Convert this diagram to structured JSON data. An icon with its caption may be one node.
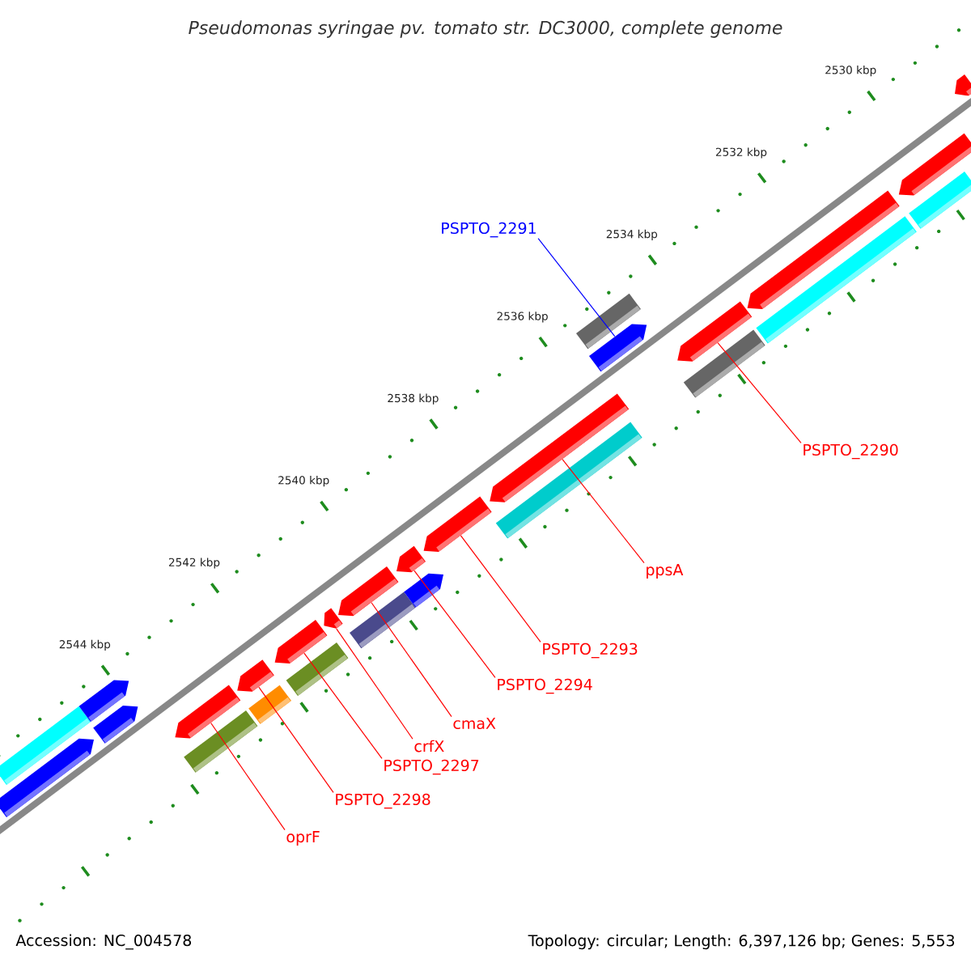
{
  "diagram": {
    "title": "Pseudomonas syringae pv. tomato str. DC3000, complete genome",
    "nodes": [
      {
        "text": [
          "PSPTO_2291"
        ]
      },
      {
        "text": [],
        "shape": "bar"
      },
      {
        "text": [
          "PSPTO_2290"
        ]
      },
      {
        "text": [],
        "shape": "bar"
      },
      {
        "text": [
          "ppsA"
        ]
      },
      {
        "text": [],
        "shape": "bar"
      },
      {
        "text": [
          "PSPTO_2293"
        ]
      },
      {
        "text": [],
        "shape": "bar"
      },
      {
        "text": [
          "PSPTO_2294"
        ]
      },
      {
        "text": [],
        "shape": "bar"
      },
      {
        "text": [
          "cmaX"
        ]
      },
      {
        "text": [],
        "shape": "bar"
      },
      {
        "text": [
          "crfX"
        ]
      },
      {
        "text": [],
        "shape": "bar"
      },
      {
        "text": [
          "PSPTO_2297"
        ]
      },
      {
        "text": [],
        "shape": "bar"
      },
      {
        "text": [
          "PSPTO_2298"
        ]
      },
      {
        "text": [],
        "shape": "bar"
      },
      {
        "text": [
          "oprF"
        ]
      },
      {
        "text": [],
        "shape": "bar"
      },
      {
        "text": [],
        "shape": "box"
      },
      {
        "text": [],
        "shape": "bar"
      },
      {
        "text": [],
        "shape": "bar"
      },
      {
        "text": [],
        "shape": "bar"
      },
      {
        "text": [],
        "shape": "box"
      },
      {
        "text": [],
        "shape": "box"
      },
      {
        "text": [],
        "shape": "box"
      },
      {
        "text": [],
        "shape": "box"
      },
      {
        "text": [],
        "shape": "bar"
      },
      {
        "text": [],
        "shape": "box"
      },
      {
        "text": [],
        "shape": "box"
      },
      {
        "text": [],
        "shape": "box"
      },
      {
        "text": [],
        "shape": "box"
      },
      {
        "text": [],
        "shape": "bar"
      },
      {
        "text": [],
        "shape": "box"
      },
      {
        "text": [],
        "shape": "bar"
      },
      {
        "text": [],
        "shape": "bar"
      }
    ],
    "edges": [
      {
        "from": 0,
        "to": 1,
        "arrow": "none",
        "color": "#0000ff"
      },
      {
        "from": 2,
        "to": 3,
        "arrow": "none"
      },
      {
        "from": 4,
        "to": 5,
        "arrow": "none"
      },
      {
        "from": 6,
        "to": 7,
        "arrow": "none"
      },
      {
        "from": 8,
        "to": 9,
        "arrow": "none"
      },
      {
        "from": 10,
        "to": 11,
        "arrow": "none"
      },
      {
        "from": 12,
        "to": 13,
        "arrow": "none"
      },
      {
        "from": 14,
        "to": 15,
        "arrow": "none"
      },
      {
        "from": 16,
        "to": 17,
        "arrow": "none"
      },
      {
        "from": 18,
        "to": 19,
        "arrow": "none"
      }
    ],
    "labels": [
      "2530 kbp",
      "2532 kbp",
      "2534 kbp",
      "2536 kbp",
      "2538 kbp",
      "2540 kbp",
      "2542 kbp",
      "2544 kbp",
      "Accession: NC_004578",
      "Topology: circular; Length: 6,397,126 bp; Genes: 5,553"
    ]
  }
}
